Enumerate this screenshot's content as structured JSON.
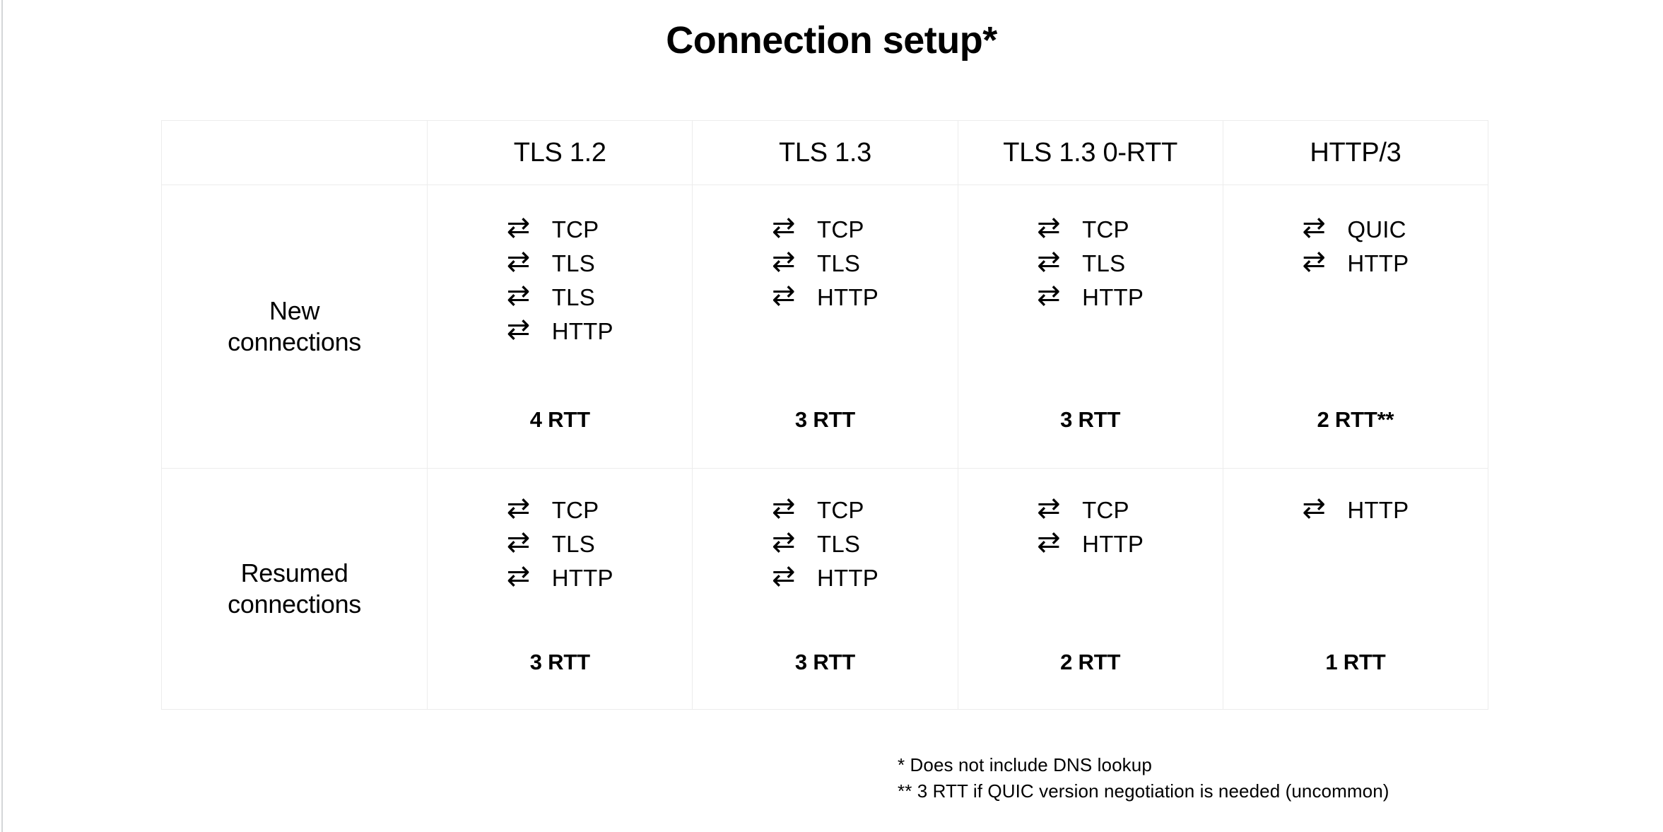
{
  "title": "Connection setup*",
  "icons": {
    "exchange": "⇄"
  },
  "table": {
    "corner_label": "",
    "columns": [
      "TLS 1.2",
      "TLS 1.3",
      "TLS 1.3 0-RTT",
      "HTTP/3"
    ],
    "rows": [
      {
        "label": "New\nconnections",
        "label_line1": "New",
        "label_line2": "connections",
        "cells": [
          {
            "steps": [
              "TCP",
              "TLS",
              "TLS",
              "HTTP"
            ],
            "total": "4 RTT"
          },
          {
            "steps": [
              "TCP",
              "TLS",
              "HTTP"
            ],
            "total": "3 RTT"
          },
          {
            "steps": [
              "TCP",
              "TLS",
              "HTTP"
            ],
            "total": "3 RTT"
          },
          {
            "steps": [
              "QUIC",
              "HTTP"
            ],
            "total": "2 RTT**"
          }
        ]
      },
      {
        "label": "Resumed\nconnections",
        "label_line1": "Resumed",
        "label_line2": "connections",
        "cells": [
          {
            "steps": [
              "TCP",
              "TLS",
              "HTTP"
            ],
            "total": "3 RTT"
          },
          {
            "steps": [
              "TCP",
              "TLS",
              "HTTP"
            ],
            "total": "3 RTT"
          },
          {
            "steps": [
              "TCP",
              "HTTP"
            ],
            "total": "2 RTT"
          },
          {
            "steps": [
              "HTTP"
            ],
            "total": "1 RTT"
          }
        ]
      }
    ]
  },
  "footnotes": [
    "* Does not include DNS lookup",
    "** 3 RTT if QUIC version negotiation is needed (uncommon)"
  ],
  "colors": {
    "background": "#ffffff",
    "text": "#000000",
    "grid_line": "#ececec",
    "slide_edge": "#d4d6d8"
  }
}
